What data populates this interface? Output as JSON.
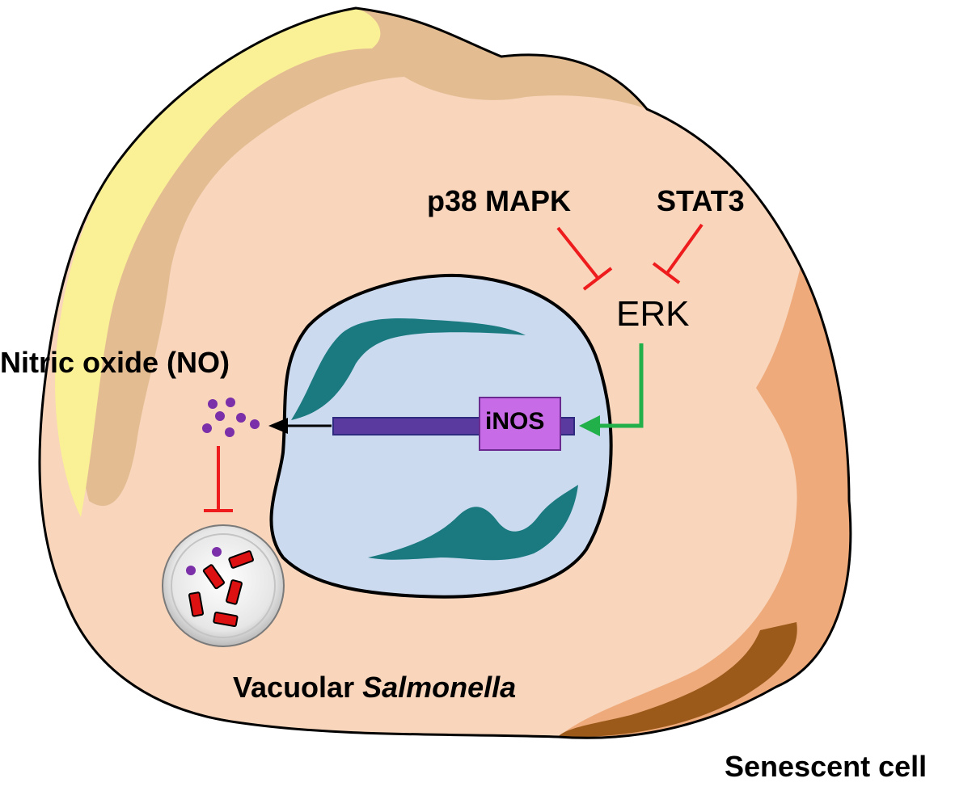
{
  "labels": {
    "p38": "p38 MAPK",
    "stat3": "STAT3",
    "erk": "ERK",
    "nitric_oxide": "Nitric oxide (NO)",
    "inos": "iNOS",
    "vacuolar_prefix": "Vacuolar ",
    "vacuolar_organism": "Salmonella",
    "senescent_cell": "Senescent cell"
  },
  "colors": {
    "cell_fill": "#f8d5bb",
    "cell_shadow": "#e3bc92",
    "cell_highlight": "#faf096",
    "cell_edge": "#eeaa7b",
    "cell_dark": "#9c5a1a",
    "nucleus_fill": "#ccdaef",
    "chromatin": "#1a7a80",
    "gene_bar": "#5b3aa0",
    "inos_box": "#c86be6",
    "no_dot": "#7b2fa8",
    "inhibit": "#ee1c1c",
    "activate": "#22b04b",
    "arrow_black": "#000000",
    "bacteria": "#dd1111"
  },
  "icons": {
    "vacuole": "salmonella-vacuole-icon",
    "no_molecules": "nitric-oxide-molecules-icon"
  }
}
